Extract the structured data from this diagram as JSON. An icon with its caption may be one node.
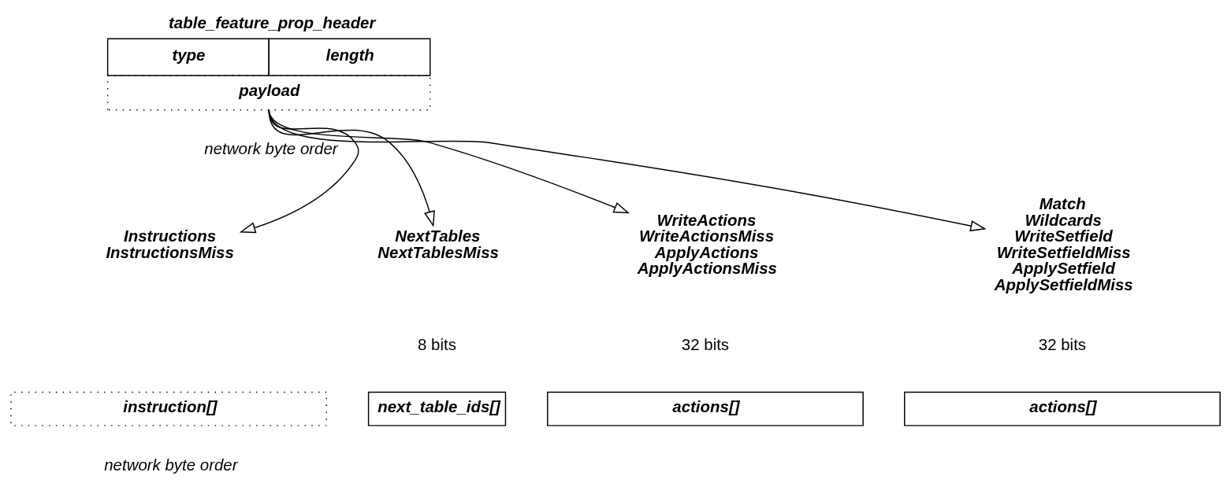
{
  "diagram": {
    "nodes": [
      {
        "text": [
          "table_feature_prop_header",
          "type",
          "length",
          "payload"
        ],
        "beside": [
          "network byte order"
        ]
      },
      {
        "text": [
          "Instructions",
          "InstructionsMiss"
        ]
      },
      {
        "text": [
          "instruction[]"
        ],
        "beside": [
          "network byte order"
        ]
      },
      {
        "text": [
          "NextTables",
          "NextTablesMiss"
        ]
      },
      {
        "text": [
          "next_table_ids[]"
        ]
      },
      {
        "text": [
          "WriteActions",
          "WriteActionsMiss",
          "ApplyActions",
          "ApplyActionsMiss"
        ]
      },
      {
        "text": [
          "actions[]"
        ]
      },
      {
        "text": [
          "Match",
          "Wildcards",
          "WriteSetfield",
          "WriteSetfieldMiss",
          "ApplySetfield",
          "ApplySetfieldMiss"
        ]
      },
      {
        "text": [
          "actions[]"
        ]
      }
    ],
    "edges": [
      {
        "from": 0,
        "to": 1,
        "arrow": "to"
      },
      {
        "from": 0,
        "to": 3,
        "arrow": "to"
      },
      {
        "from": 0,
        "to": 5,
        "arrow": "to"
      },
      {
        "from": 0,
        "to": 7,
        "arrow": "to"
      }
    ],
    "labels": [
      "8 bits",
      "32 bits",
      "32 bits"
    ]
  }
}
